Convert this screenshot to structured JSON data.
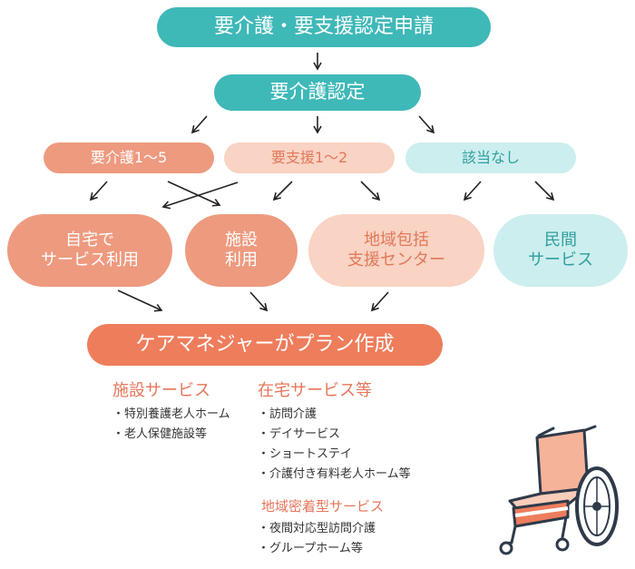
{
  "flow": {
    "apply": "要介護・要支援認定申請",
    "certification": "要介護認定",
    "care_level": "要介護1〜5",
    "support_level": "要支援1〜2",
    "not_applicable": "該当なし",
    "home_use": [
      "自宅で",
      "サービス利用"
    ],
    "facility_use": [
      "施設",
      "利用"
    ],
    "support_center": [
      "地域包括",
      "支援センター"
    ],
    "private_service": [
      "民間",
      "サービス"
    ],
    "care_plan": "ケアマネジャーがプラン作成"
  },
  "services": {
    "facility": {
      "title": "施設サービス",
      "items": [
        "特別養護老人ホーム",
        "老人保健施設等"
      ]
    },
    "home": {
      "title": "在宅サービス等",
      "items": [
        "訪問介護",
        "デイサービス",
        "ショートステイ",
        "介護付き有料老人ホーム等"
      ]
    },
    "community": {
      "title": "地域密着型サービス",
      "items": [
        "夜間対応型訪問介護",
        "グループホーム等"
      ]
    }
  },
  "colors": {
    "teal": "#3fb8b8",
    "light_teal": "#cdeeee",
    "salmon": "#ee9a7f",
    "peach": "#f9d3c3",
    "orange": "#ee7d5c",
    "category_text": "#e5765a"
  },
  "illustration": "wheelchair-icon"
}
